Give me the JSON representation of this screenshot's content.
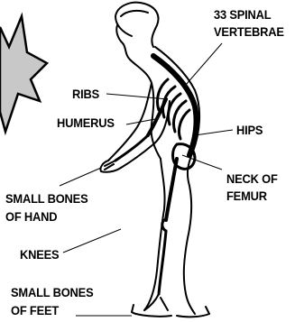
{
  "labels": {
    "spinal_line1": "33 SPINAL",
    "spinal_line2": "VERTEBRAE",
    "ribs": "RIBS",
    "humerus": "HUMERUS",
    "hips": "HIPS",
    "neck_line1": "NECK OF",
    "neck_line2": "FEMUR",
    "hand_line1": "SMALL BONES",
    "hand_line2": "OF HAND",
    "knees": "KNEES",
    "feet_line1": "SMALL BONES",
    "feet_line2": "OF FEET"
  },
  "colors": {
    "background": "#ffffff",
    "ink": "#000000",
    "burst_fill": "#c8c8c8"
  }
}
